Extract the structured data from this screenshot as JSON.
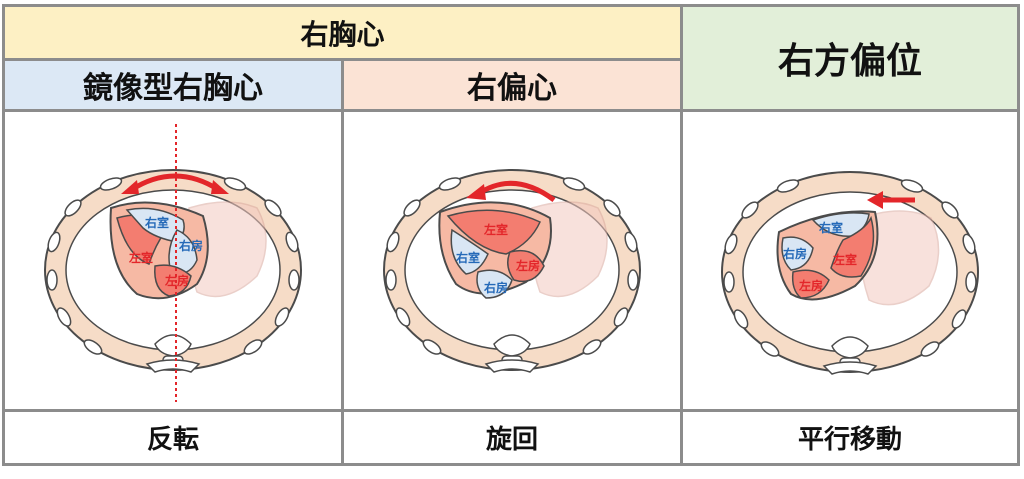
{
  "header": {
    "group_title": "右胸心",
    "sub_mirror": "鏡像型右胸心",
    "sub_dextroversion": "右偏心",
    "right_title": "右方偏位"
  },
  "diagram_labels": {
    "right_ventricle": "右室",
    "right_atrium": "右房",
    "left_ventricle": "左室",
    "left_atrium": "左房"
  },
  "footer": {
    "mirror": "反転",
    "dextroversion": "旋回",
    "dextroposition": "平行移動"
  },
  "colors": {
    "header_yellow": "#fdf0c4",
    "header_green": "#e2efd9",
    "header_blue": "#dce8f5",
    "header_peach": "#fbe3d5",
    "arrow_red": "#e3262a",
    "label_blue": "#2469b8"
  }
}
